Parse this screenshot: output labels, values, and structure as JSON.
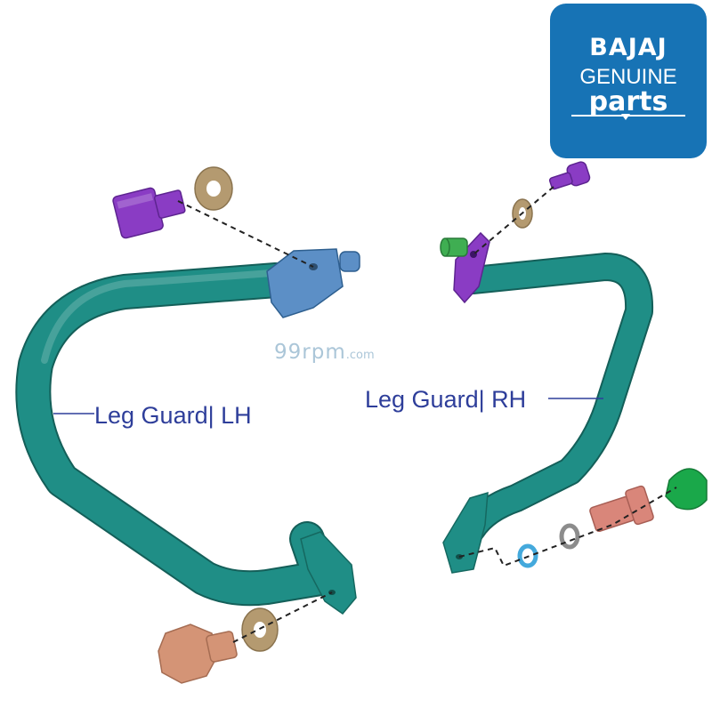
{
  "brand": {
    "name": "BAJAJ",
    "line1": "GENUINE",
    "line2": "parts",
    "background": "#1773b5",
    "text_color": "#ffffff"
  },
  "watermark": {
    "main": "99rpm",
    "suffix": ".com",
    "color": "#8fb3cc"
  },
  "labels": {
    "left": "Leg Guard| LH",
    "right": "Leg Guard| RH",
    "color": "#2e3e9a"
  },
  "part_colors": {
    "guard": "#1f8e86",
    "bracket": "#5c8fc6",
    "purple_bolt": "#8a3cc4",
    "washer": "#b49a70",
    "copper_bolt": "#d49476",
    "spacer": "#d9867a",
    "small_ring": "#44a9dc",
    "grey_ring": "#8c8c8c",
    "cap": "#1aa84a",
    "stud": "#3fae52"
  },
  "icons": [
    "bolt-icon",
    "washer-icon",
    "nut-icon",
    "cap-icon",
    "pipe-icon"
  ]
}
